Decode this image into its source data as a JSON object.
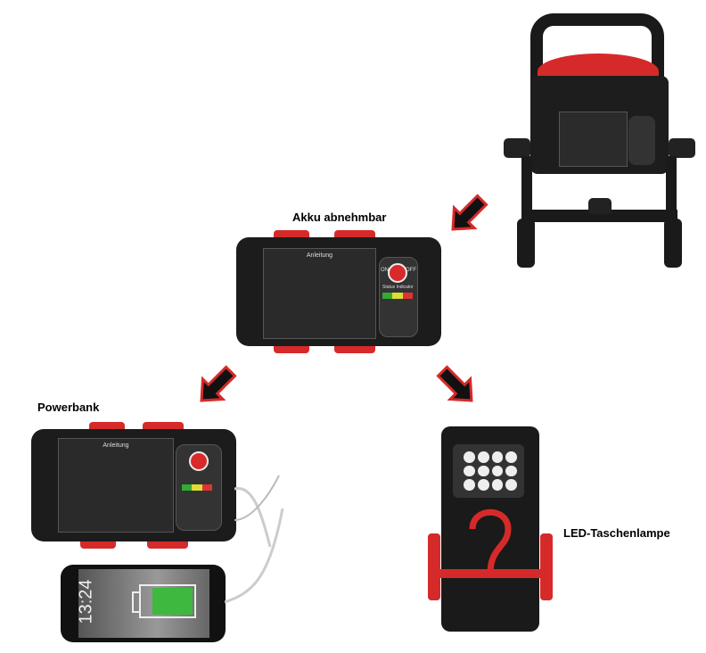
{
  "labels": {
    "akku": "Akku abnehmbar",
    "powerbank": "Powerbank",
    "lamp": "LED-Taschenlampe"
  },
  "device": {
    "panel_title": "Anleitung",
    "on": "ON",
    "off": "OFF",
    "status": "Status Indicator"
  },
  "phone": {
    "time": "13:24",
    "battery_level": 0.75
  },
  "colors": {
    "accent": "#d62a2a",
    "arrow": "#111111"
  }
}
